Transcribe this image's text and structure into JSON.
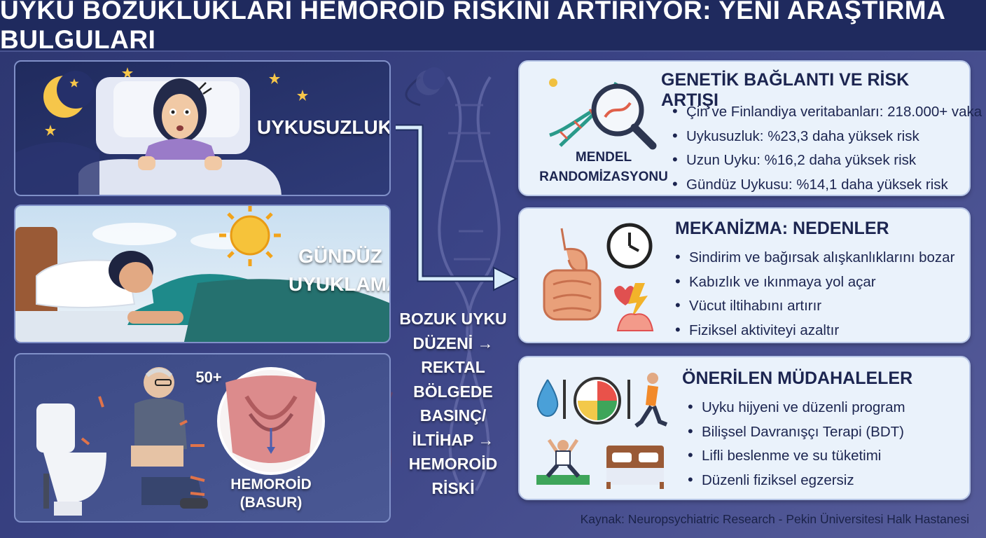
{
  "title": "UYKU BOZUKLUKLARI HEMOROİD RİSKİNİ ARTIRIYOR: YENİ ARAŞTIRMA BULGULARI",
  "panels": {
    "insomnia_label": "UYKUSUZLUK",
    "daytime_label_line1": "GÜNDÜZ",
    "daytime_label_line2": "UYUKLAMA",
    "age_badge": "50+",
    "hemorrhoid_line1": "HEMOROİD",
    "hemorrhoid_line2": "(BASUR)"
  },
  "flow": {
    "lines": [
      "BOZUK UYKU",
      "DÜZENİ →",
      "REKTAL BÖLGEDE",
      "BASINÇ/",
      "İLTİHAP →",
      "HEMOROİD",
      "RİSKİ"
    ]
  },
  "cards": {
    "genetic": {
      "title": "GENETİK BAĞLANTI VE RİSK ARTIŞI",
      "icon_caption_line1": "MENDEL",
      "icon_caption_line2": "RANDOMİZASYONU",
      "items": [
        "Çin ve Finlandiya veritabanları: 218.000+ vaka",
        "Uykusuzluk: %23,3 daha yüksek risk",
        "Uzun Uyku: %16,2 daha yüksek risk",
        "Gündüz Uykusu: %14,1 daha yüksek risk"
      ],
      "icons": [
        "dna-icon",
        "magnifier-icon"
      ]
    },
    "mechanism": {
      "title": "MEKANİZMA: NEDENLER",
      "items": [
        "Sindirim ve bağırsak alışkanlıklarını bozar",
        "Kabızlık ve ıkınmaya yol açar",
        "Vücut iltihabını artırır",
        "Fiziksel aktiviteyi azaltır"
      ],
      "icons": [
        "digestive-system-icon",
        "clock-icon",
        "inflammation-icon"
      ]
    },
    "interventions": {
      "title": "ÖNERİLEN MÜDAHALELER",
      "items": [
        "Uyku hijyeni ve düzenli program",
        "Bilişsel Davranışçı Terapi (BDT)",
        "Lifli beslenme ve su tüketimi",
        "Düzenli fiziksel egzersiz"
      ],
      "icons": [
        "water-drop-icon",
        "plate-icon",
        "runner-icon",
        "exercise-icon",
        "bed-icon"
      ]
    }
  },
  "source": "Kaynak: Neuropsychiatric Research - Pekin Üniversitesi Halk Hastanesi",
  "colors": {
    "background": "#3a4385",
    "title_bar": "#1f2a5e",
    "card_bg": "#eaf2fb",
    "arrow": "#d8ecfb",
    "text_dark": "#1c2550"
  }
}
